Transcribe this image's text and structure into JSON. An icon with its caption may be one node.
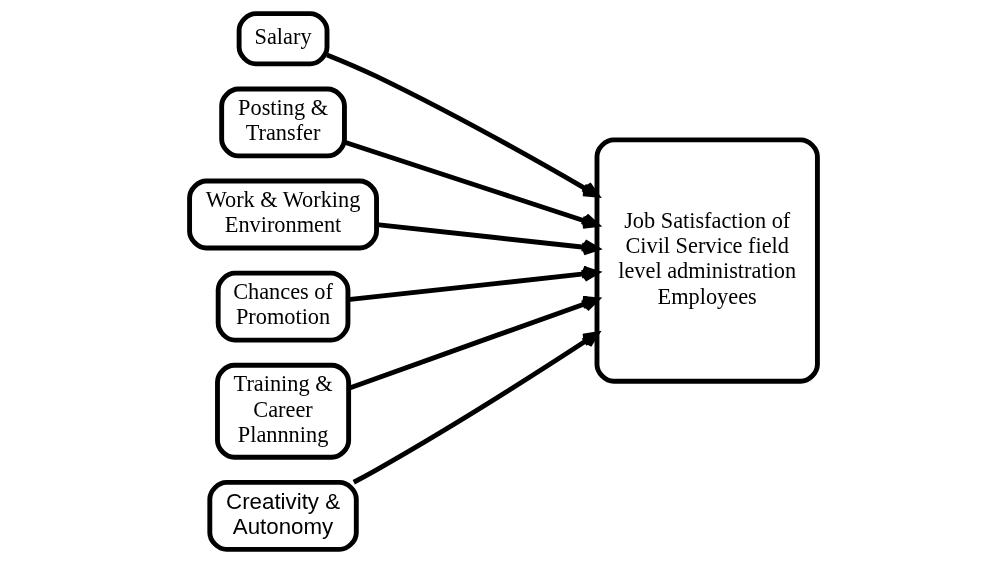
{
  "diagram": {
    "nodes": [
      {
        "text": [
          "Salary"
        ]
      },
      {
        "text": [
          "Posting & Transfer"
        ]
      },
      {
        "text": [
          "Work & Working Environment"
        ]
      },
      {
        "text": [
          "Chances of Promotion"
        ]
      },
      {
        "text": [
          "Training & Career Plannning"
        ]
      },
      {
        "text": [
          "Creativity & Autonomy"
        ]
      },
      {
        "text": [
          "Job Satisfaction of Civil Service field level administration Employees"
        ]
      }
    ],
    "edges": [
      {
        "from": 0,
        "to": 6,
        "arrow": "to"
      },
      {
        "from": 1,
        "to": 6,
        "arrow": "to"
      },
      {
        "from": 2,
        "to": 6,
        "arrow": "to"
      },
      {
        "from": 3,
        "to": 6,
        "arrow": "to"
      },
      {
        "from": 4,
        "to": 6,
        "arrow": "to"
      },
      {
        "from": 5,
        "to": 6,
        "arrow": "to"
      }
    ]
  }
}
